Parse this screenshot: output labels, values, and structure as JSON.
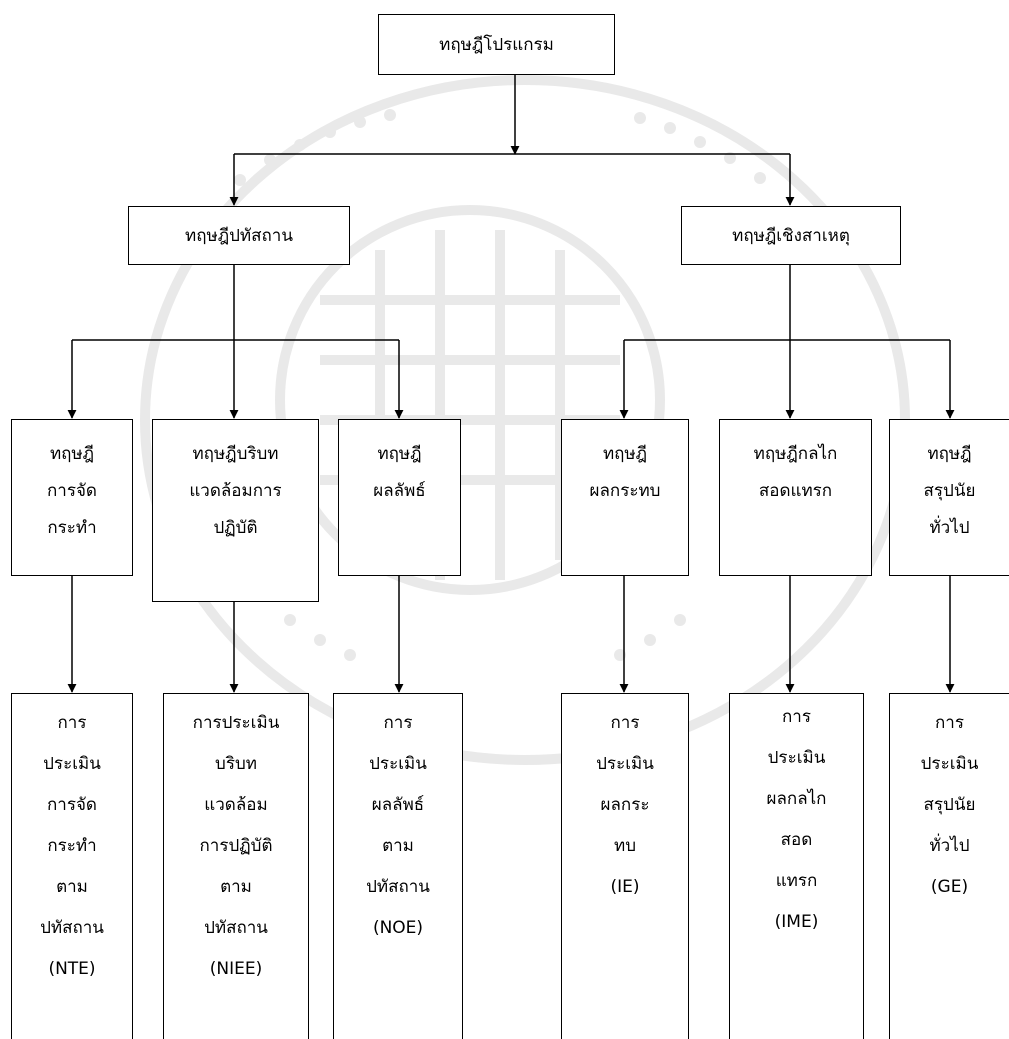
{
  "root": {
    "label": "ทฤษฎีโปรแกรม"
  },
  "level1": [
    {
      "id": "normative",
      "label": "ทฤษฎีปทัสถาน"
    },
    {
      "id": "causative",
      "label": "ทฤษฎีเชิงสาเหตุ"
    }
  ],
  "level2": [
    {
      "id": "treatment",
      "label": "ทฤษฎี\nการจัด\nกระทำ"
    },
    {
      "id": "implementation",
      "label": "ทฤษฎีบริบท\nแวดล้อมการ\nปฏิบัติ"
    },
    {
      "id": "outcome",
      "label": "ทฤษฎี\nผลลัพธ์"
    },
    {
      "id": "impact",
      "label": "ทฤษฎี\nผลกระทบ"
    },
    {
      "id": "mechanism",
      "label": "ทฤษฎีกลไก\nสอดแทรก"
    },
    {
      "id": "generalization",
      "label": "ทฤษฎี\nสรุปนัย\nทั่วไป"
    }
  ],
  "level3": [
    {
      "id": "nte",
      "label": "การ\nประเมิน\nการจัด\nกระทำ\nตาม\nปทัสถาน\n(NTE)"
    },
    {
      "id": "niee",
      "label": "การประเมิน\nบริบท\nแวดล้อม\nการปฏิบัติ\nตาม\nปทัสถาน\n(NIEE)"
    },
    {
      "id": "noe",
      "label": "การ\nประเมิน\nผลลัพธ์\nตาม\nปทัสถาน\n(NOE)"
    },
    {
      "id": "ie",
      "label": "การ\nประเมิน\nผลกระ\nทบ\n(IE)"
    },
    {
      "id": "ime",
      "label": "การ\nประเมิน\nผลกลไก\nสอด\nแทรก\n(IME)"
    },
    {
      "id": "ge",
      "label": "การ\nประเมิน\nสรุปนัย\nทั่วไป\n(GE)"
    }
  ],
  "colors": {
    "line": "#000000",
    "box_fill": "#ffffff",
    "watermark": "#e9e9e9"
  }
}
